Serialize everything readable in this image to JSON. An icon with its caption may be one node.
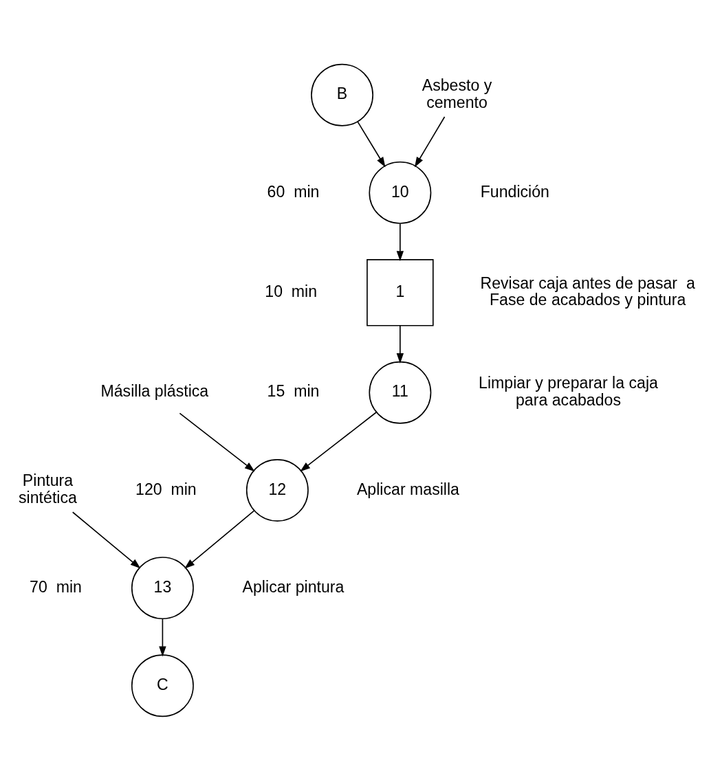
{
  "diagram": {
    "nodes": [
      {
        "text": [
          "B"
        ]
      },
      {
        "text": [
          "Asbesto y cemento"
        ]
      },
      {
        "text": [
          "10"
        ],
        "beside": [
          "60  min",
          "Fundición"
        ]
      },
      {
        "text": [
          "1"
        ],
        "beside": [
          "10  min",
          "Revisar caja antes de pasar  a Fase de acabados y pintura"
        ]
      },
      {
        "text": [
          "11"
        ],
        "beside": [
          "15  min",
          "Limpiar y preparar la caja para acabados"
        ]
      },
      {
        "text": [
          "Másilla plástica"
        ]
      },
      {
        "text": [
          "12"
        ],
        "beside": [
          "120  min",
          "Aplicar masilla"
        ]
      },
      {
        "text": [
          "Pintura sintética"
        ]
      },
      {
        "text": [
          "13"
        ],
        "beside": [
          "70  min",
          "Aplicar pintura"
        ]
      },
      {
        "text": [
          "C"
        ]
      }
    ],
    "edges": [
      {
        "from": 0,
        "to": 2,
        "arrow": "to"
      },
      {
        "from": 1,
        "to": 2,
        "arrow": "to"
      },
      {
        "from": 2,
        "to": 3,
        "arrow": "to"
      },
      {
        "from": 3,
        "to": 4,
        "arrow": "to"
      },
      {
        "from": 4,
        "to": 6,
        "arrow": "to"
      },
      {
        "from": 5,
        "to": 6,
        "arrow": "to"
      },
      {
        "from": 6,
        "to": 8,
        "arrow": "to"
      },
      {
        "from": 7,
        "to": 8,
        "arrow": "to"
      },
      {
        "from": 8,
        "to": 9,
        "arrow": "to"
      }
    ]
  }
}
